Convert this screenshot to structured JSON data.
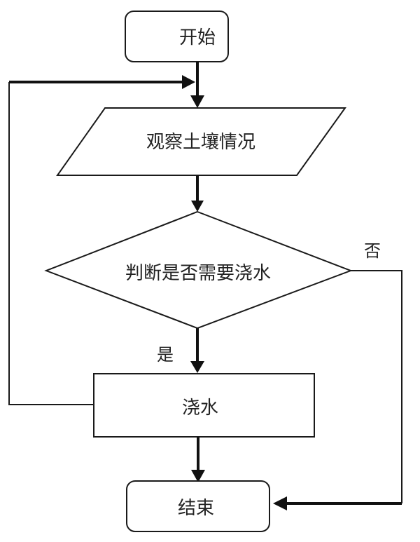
{
  "diagram": {
    "type": "flowchart",
    "nodes": {
      "start": {
        "label": "开始",
        "shape": "terminal"
      },
      "observe": {
        "label": "观察土壤情况",
        "shape": "input-output"
      },
      "decision": {
        "label": "判断是否需要浇水",
        "shape": "decision"
      },
      "water": {
        "label": "浇水",
        "shape": "process"
      },
      "end": {
        "label": "结束",
        "shape": "terminal"
      }
    },
    "edges": [
      {
        "from": "start",
        "to": "observe",
        "label": ""
      },
      {
        "from": "observe",
        "to": "decision",
        "label": ""
      },
      {
        "from": "decision",
        "to": "water",
        "label": "是"
      },
      {
        "from": "decision",
        "to": "end",
        "label": "否"
      },
      {
        "from": "water",
        "to": "end",
        "label": ""
      },
      {
        "from": "water",
        "to": "observe",
        "label": ""
      }
    ],
    "edge_labels": {
      "yes": "是",
      "no": "否"
    }
  }
}
